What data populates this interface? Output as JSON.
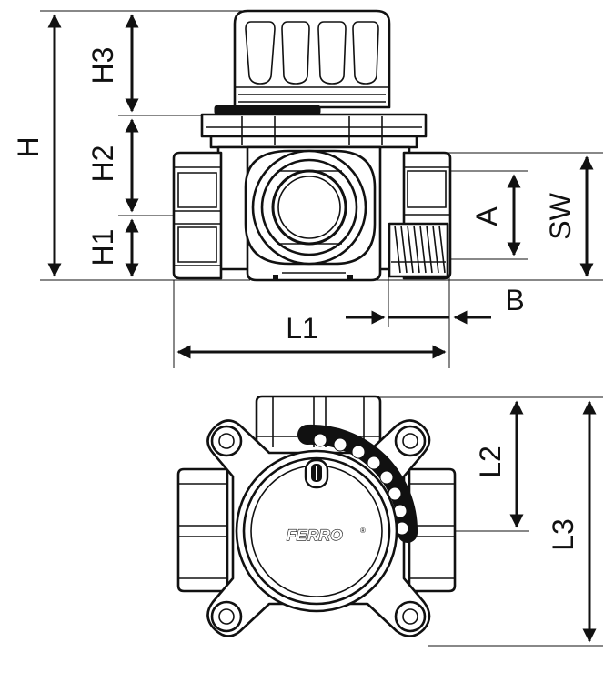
{
  "side_view": {
    "labels": {
      "h": "H",
      "h1": "H1",
      "h2": "H2",
      "h3": "H3",
      "a": "A",
      "sw": "SW",
      "b": "B",
      "l1": "L1"
    }
  },
  "top_view": {
    "labels": {
      "l2": "L2",
      "l3": "L3"
    },
    "brand": "FERRO",
    "brand_mark": "®"
  },
  "colors": {
    "line": "#111111",
    "background": "#ffffff"
  }
}
